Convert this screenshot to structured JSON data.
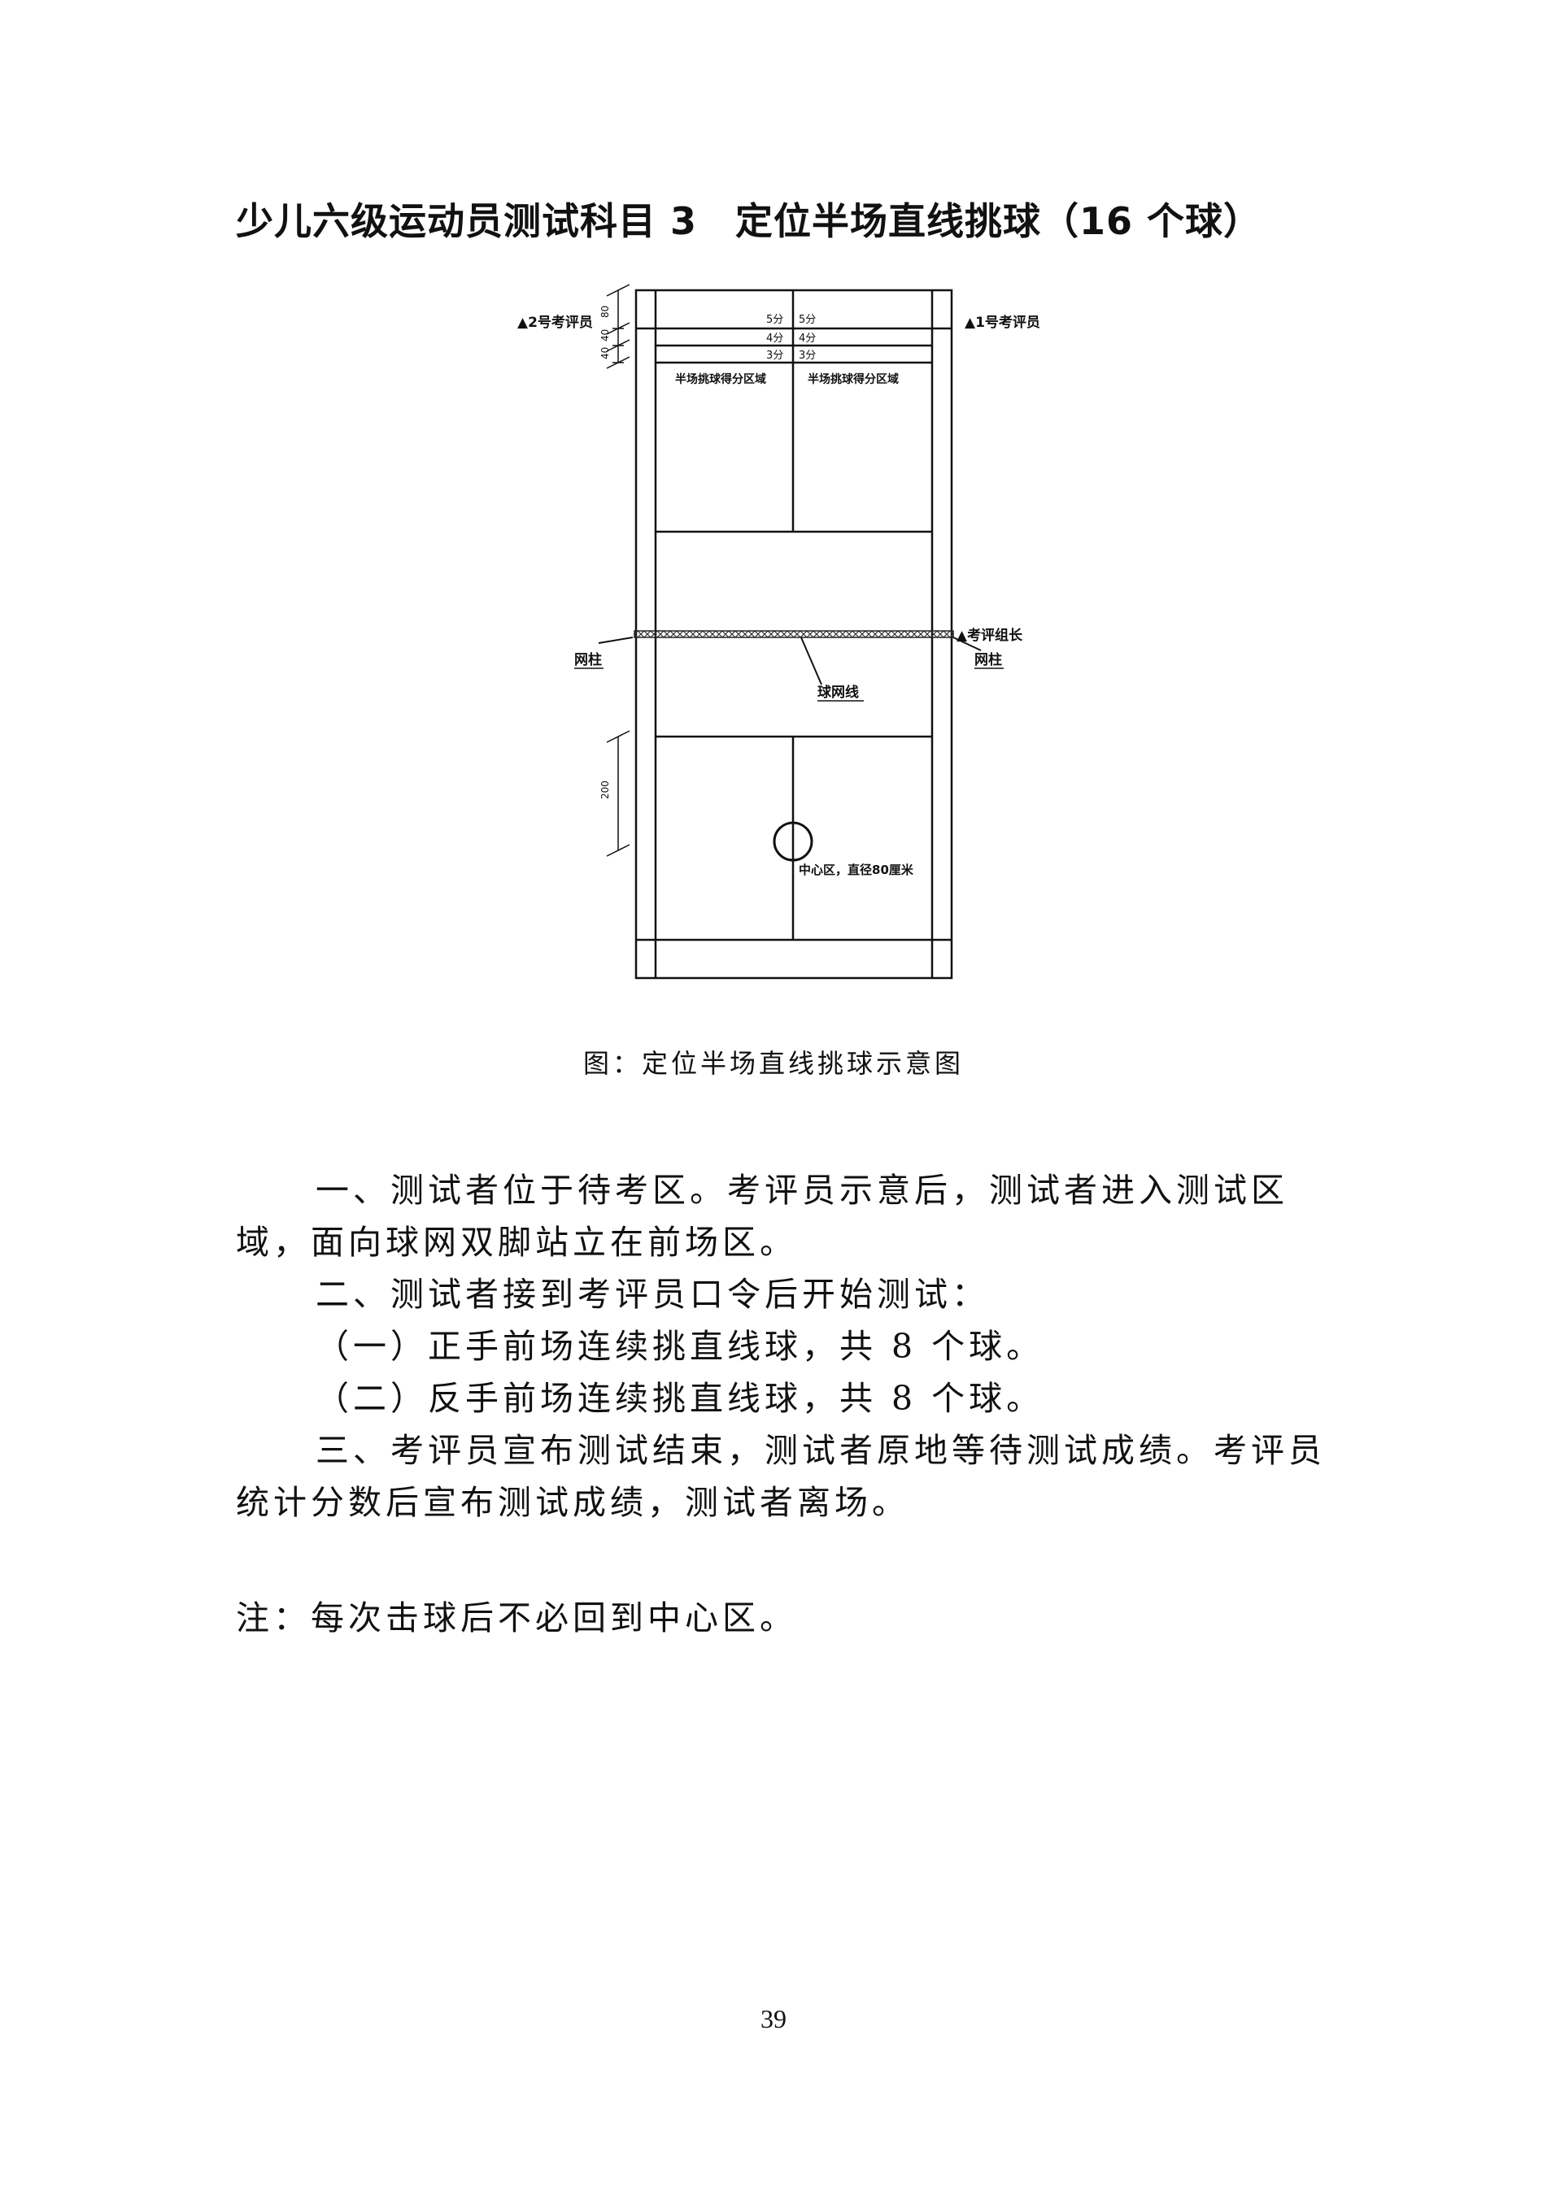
{
  "title": "少儿六级运动员测试科目 3　定位半场直线挑球（16 个球）",
  "diagram": {
    "judge2": "▲2号考评员",
    "judge1": "▲1号考评员",
    "chief_judge": "▲考评组长",
    "post_left": "网柱",
    "post_right": "网柱",
    "net_line": "球网线",
    "score5_left": "5分",
    "score5_right": "5分",
    "score4_left": "4分",
    "score4_right": "4分",
    "score3_left": "3分",
    "score3_right": "3分",
    "zone_left": "半场挑球得分区域",
    "zone_right": "半场挑球得分区域",
    "dim_80": "80",
    "dim_40a": "40",
    "dim_40b": "40",
    "dim_200": "200",
    "center_zone": "中心区，直径80厘米"
  },
  "caption": "图：定位半场直线挑球示意图",
  "paragraphs": [
    "一、测试者位于待考区。考评员示意后，测试者进入测试区域，面向球网双脚站立在前场区。",
    "二、测试者接到考评员口令后开始测试：",
    "（一）正手前场连续挑直线球，共 8 个球。",
    "（二）反手前场连续挑直线球，共 8 个球。",
    "三、考评员宣布测试结束，测试者原地等待测试成绩。考评员统计分数后宣布测试成绩，测试者离场。"
  ],
  "note": "注：每次击球后不必回到中心区。",
  "page_number": "39"
}
